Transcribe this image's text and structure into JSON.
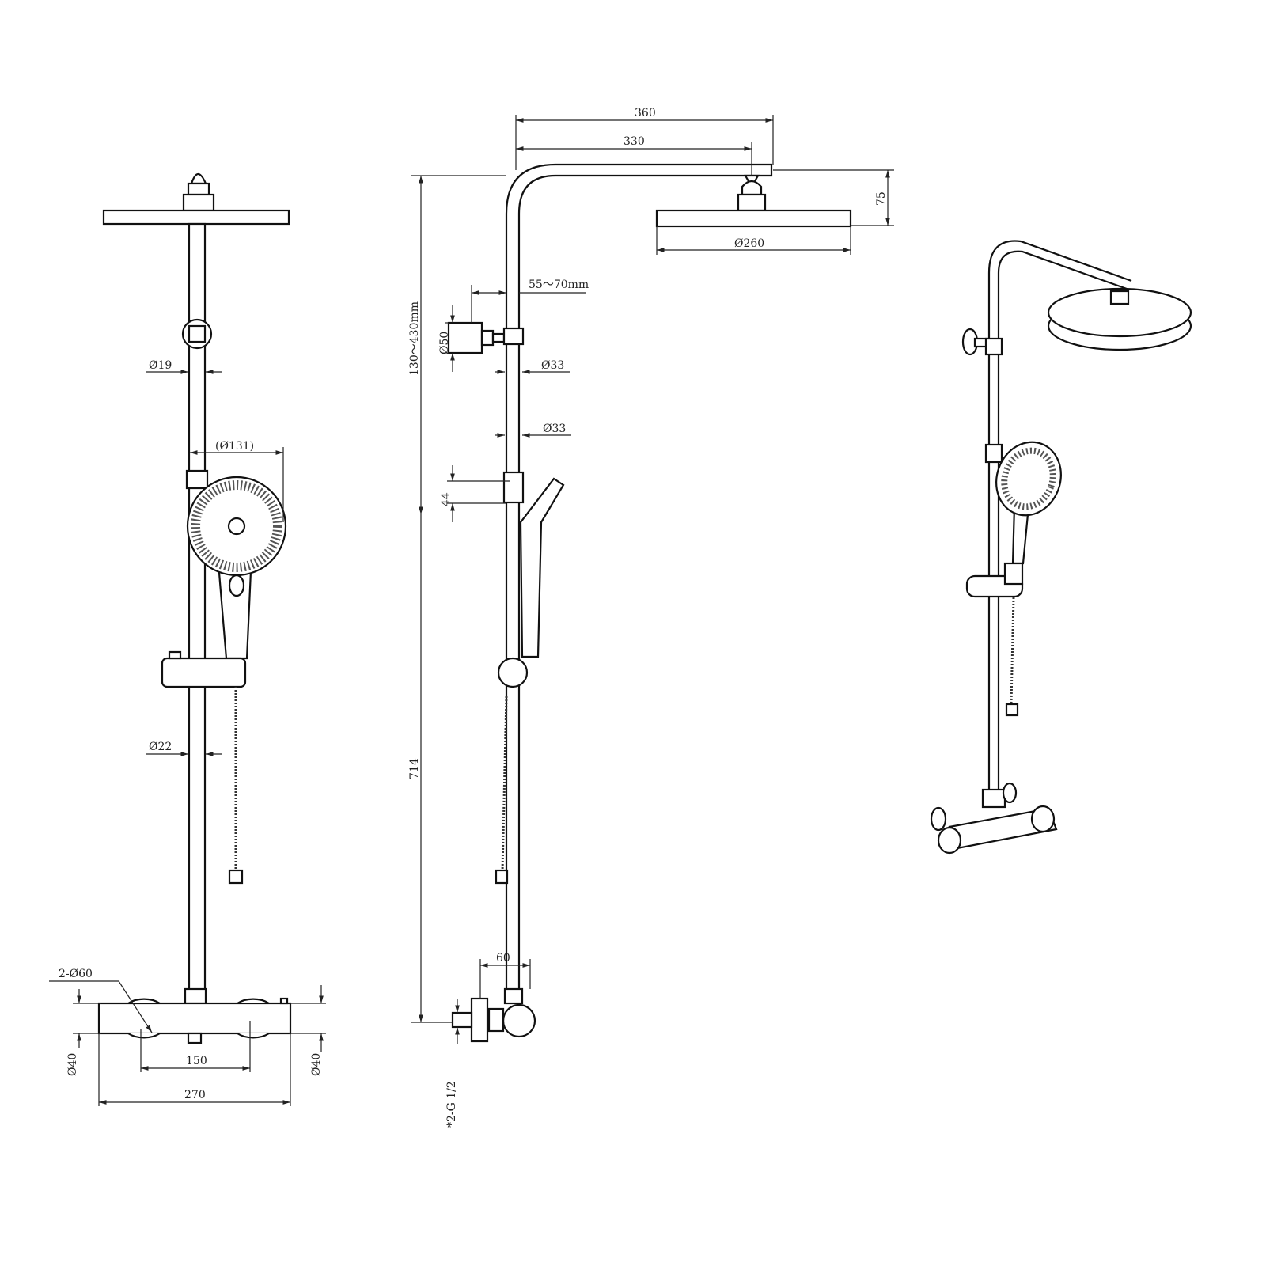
{
  "front_view": {
    "dims": {
      "rail_diameter": "Ø19",
      "handshower_diameter": "(Ø131)",
      "lower_rail_diameter": "Ø22",
      "knob_diameter": "2-Ø60",
      "body_height_left": "Ø40",
      "body_height_right": "Ø40",
      "inlet_spacing": "150",
      "body_width": "270"
    }
  },
  "side_view": {
    "dims": {
      "arm_length_outer": "360",
      "arm_length_inner": "330",
      "head_drop": "75",
      "head_diameter": "Ø260",
      "wall_offset": "55～70mm",
      "bracket_diameter": "Ø50",
      "clamp_diameter_upper": "Ø33",
      "clamp_diameter_lower": "Ø33",
      "clamp_height": "44",
      "adjustable_height": "130～430mm",
      "rail_height": "714",
      "valve_offset": "60",
      "inlet_thread": "*2-G 1/2"
    }
  },
  "perspective_view": {}
}
